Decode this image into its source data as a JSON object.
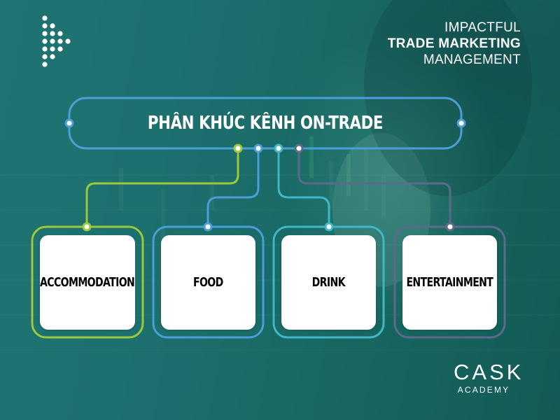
{
  "brand": {
    "line1": "IMPACTFUL",
    "line2": "TRADE MARKETING",
    "line3": "MANAGEMENT"
  },
  "logo": {
    "icon": "dot-triangle-play-icon"
  },
  "title": "PHÂN KHÚC KÊNH ON-TRADE",
  "segments": [
    {
      "label": "ACCOMMODATION",
      "color": "#9cc83c"
    },
    {
      "label": "FOOD",
      "color": "#4a9fd8"
    },
    {
      "label": "DRINK",
      "color": "#3fb7c4"
    },
    {
      "label": "ENTERTAINMENT",
      "color": "#5e6a8a"
    }
  ],
  "colors": {
    "background": "#1d6f6d",
    "frame": "#4a9fd8"
  },
  "footer": {
    "logo_main": "CASK",
    "logo_sub": "ACADEMY"
  }
}
